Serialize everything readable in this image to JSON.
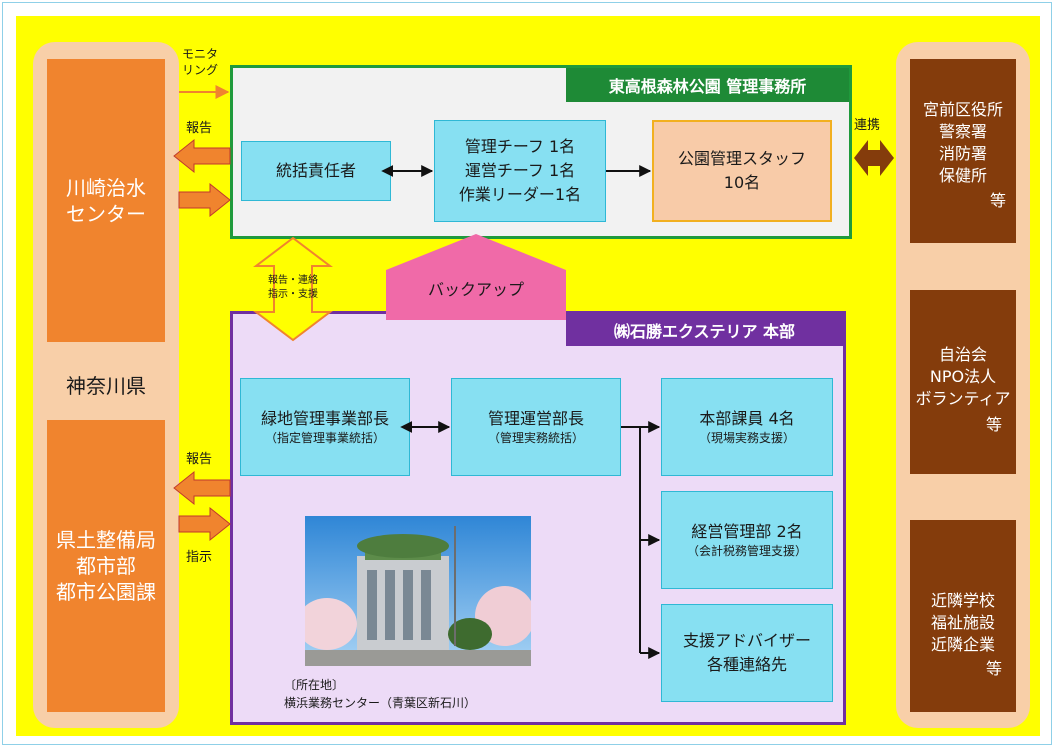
{
  "kanagawa": {
    "chisui_center": "川崎治水\nセンター",
    "prefecture": "神奈川県",
    "toshi_dept": "県土整備局\n都市部\n都市公園課"
  },
  "labels": {
    "monitoring": "モニタ\nリング",
    "report_top": "報告",
    "renraku": "連携",
    "mutual": "報告・連絡\n指示・支援",
    "backup": "バックアップ",
    "report_bottom": "報告",
    "instruction": "指示"
  },
  "park_office": {
    "title": "東高根森林公園  管理事務所",
    "responsible": "統括責任者",
    "chiefs": "管理チーフ  1名\n運営チーフ  1名\n作業リーダー1名",
    "staff": "公園管理スタッフ\n10名"
  },
  "hq": {
    "title": "㈱石勝エクステリア 本部",
    "greenery_manager": "緑地管理事業部長",
    "greenery_manager_sub": "（指定管理事業統括）",
    "operations_manager": "管理運営部長",
    "operations_manager_sub": "（管理実務統括）",
    "hq_staff": "本部課員  4名",
    "hq_staff_sub": "（現場実務支援）",
    "business_mgmt": "経営管理部  2名",
    "business_mgmt_sub": "（会計税務管理支援）",
    "advisors": "支援アドバイザー\n各種連絡先",
    "location_label": "〔所在地〕",
    "location": "横浜業務センター（青葉区新石川）"
  },
  "partners": {
    "public": "宮前区役所\n警察署\n消防署\n保健所",
    "public_etc": "等",
    "community": "自治会\nNPO法人\nボランティア",
    "community_etc": "等",
    "neighbors": "近隣学校\n福祉施設\n近隣企業",
    "neighbors_etc": "等"
  },
  "colors": {
    "background": "#ffff00",
    "park_border": "#1f9a3c",
    "park_title": "#1e8a36",
    "hq_border": "#7030a0",
    "hq_title": "#7030a0",
    "cyan_box": "#87e0f2",
    "staff_box": "#f8cba8",
    "orange_box": "#f0842e",
    "brown_box": "#843c0c",
    "backup": "#f06aa8"
  },
  "icons": [
    "left-arrow-icon",
    "right-arrow-icon",
    "double-arrow-icon",
    "building-photo"
  ]
}
